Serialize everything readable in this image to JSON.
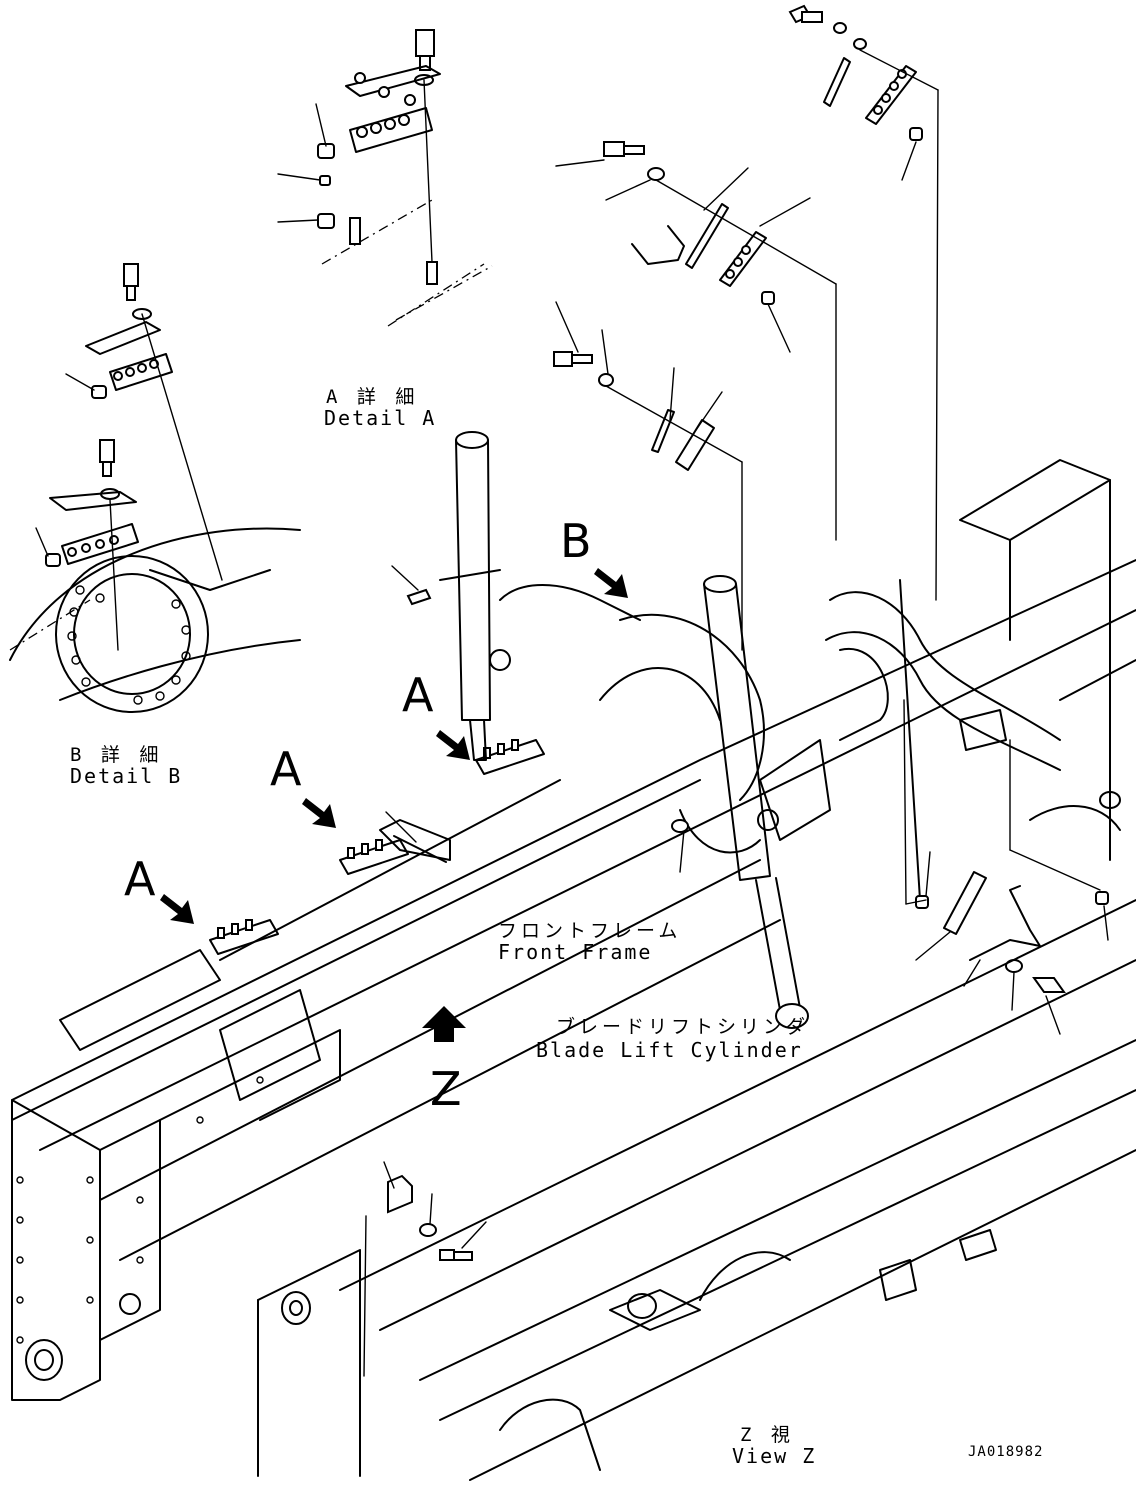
{
  "detail_a": {
    "jp": "A 詳 細",
    "en": "Detail A"
  },
  "detail_b": {
    "jp": "B 詳 細",
    "en": "Detail B"
  },
  "view_z": {
    "jp": "Z 視",
    "en": "View Z"
  },
  "front_frame": {
    "jp": "フロントフレーム",
    "en": "Front Frame"
  },
  "blade_lift_cylinder": {
    "jp": "ブレードリフトシリンダ",
    "en": "Blade Lift Cylinder"
  },
  "markers": {
    "a": "A",
    "b": "B",
    "z": "Z"
  },
  "figure_code": "JA018982"
}
